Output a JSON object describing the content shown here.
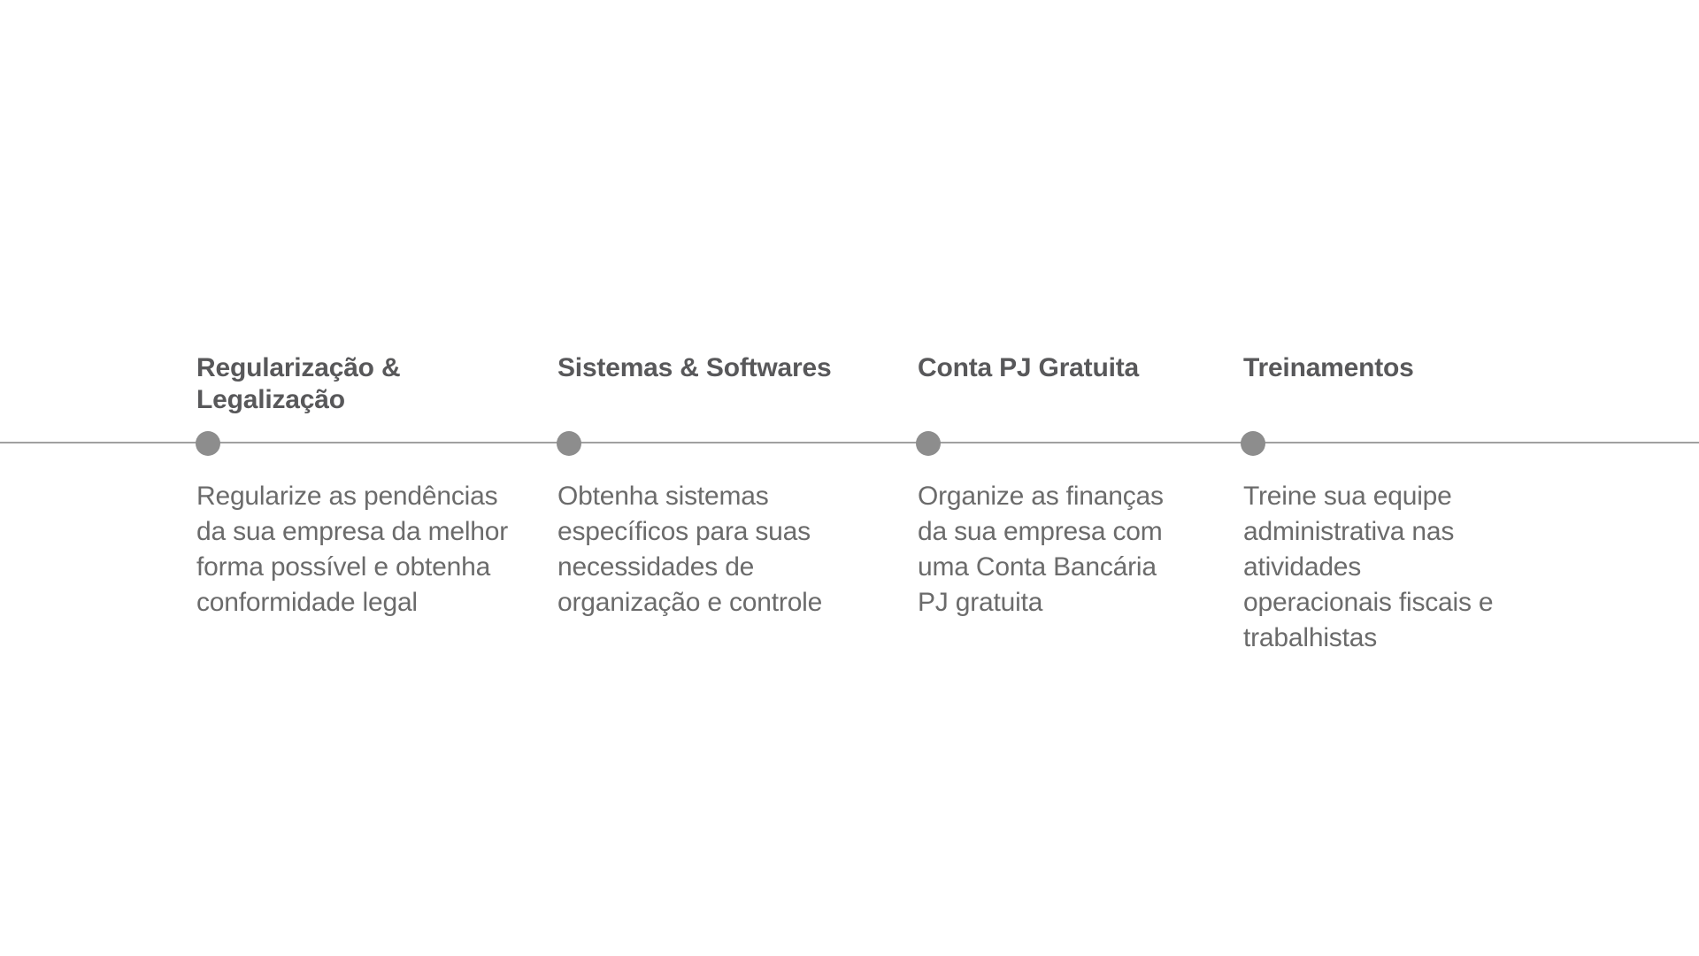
{
  "theme": {
    "page_bg": "#ffffff",
    "line_color": "#a0a0a0",
    "dot_color": "#8d8d8d",
    "title_color": "#58585a",
    "desc_color": "#6b6b6b"
  },
  "timeline": {
    "items": [
      {
        "title": "Regularização &\nLegalização",
        "description": "Regularize as pendências\nda sua empresa da melhor\nforma possível e obtenha\nconformidade legal"
      },
      {
        "title": "Sistemas & Softwares",
        "description": "Obtenha sistemas\nespecíficos para suas\nnecessidades de\norganização e controle"
      },
      {
        "title": "Conta PJ Gratuita",
        "description": "Organize as finanças\nda sua empresa com\numa Conta Bancária\nPJ gratuita"
      },
      {
        "title": "Treinamentos",
        "description": "Treine sua equipe\nadministrativa nas\natividades\noperacionais fiscais e\ntrabalhistas"
      }
    ]
  }
}
